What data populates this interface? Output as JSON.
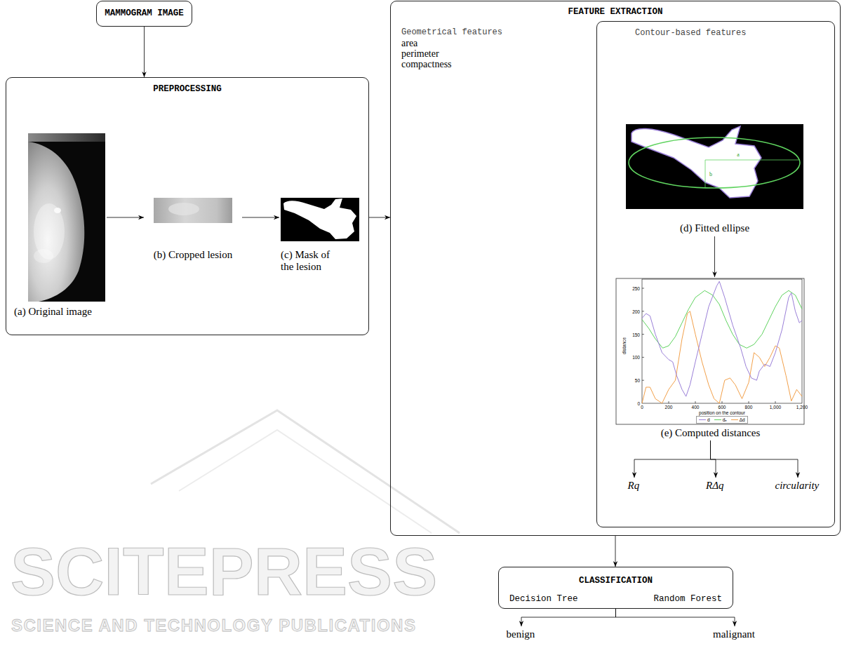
{
  "diagram": {
    "nodes": [
      {
        "text": [
          "MAMMOGRAM IMAGE"
        ]
      },
      {
        "text": [
          "PREPROCESSING"
        ]
      },
      {
        "text": [
          "(a) Original image"
        ],
        "in": 1
      },
      {
        "text": [
          "(b) Cropped lesion"
        ],
        "in": 1
      },
      {
        "text": [
          "(c) Mask of the lesion"
        ],
        "in": 1
      },
      {
        "text": [
          "FEATURE EXTRACTION",
          "Geometrical features",
          "area perimeter compactness"
        ]
      },
      {
        "text": [
          "Contour-based features"
        ],
        "in": 5
      },
      {
        "text": [
          "(d) Fitted ellipse"
        ],
        "in": 6
      },
      {
        "text": [
          "(e) Computed distances"
        ],
        "in": 6
      },
      {
        "text": [
          "Rq"
        ],
        "in": 6
      },
      {
        "text": [
          "RΔq"
        ],
        "in": 6
      },
      {
        "text": [
          "circularity"
        ],
        "in": 6
      },
      {
        "text": [
          "CLASSIFICATION",
          "Decision Tree",
          "Random Forest"
        ]
      },
      {
        "text": [
          "benign"
        ]
      },
      {
        "text": [
          "malignant"
        ]
      }
    ],
    "edges": [
      {
        "from": 0,
        "to": 1,
        "arrow": "to"
      },
      {
        "from": 2,
        "to": 3,
        "arrow": "to"
      },
      {
        "from": 3,
        "to": 4,
        "arrow": "to"
      },
      {
        "from": 1,
        "to": 5,
        "arrow": "to"
      },
      {
        "from": 7,
        "to": 8,
        "arrow": "to"
      },
      {
        "from": 8,
        "to": 9,
        "arrow": "to"
      },
      {
        "from": 8,
        "to": 10,
        "arrow": "to"
      },
      {
        "from": 8,
        "to": 11,
        "arrow": "to"
      },
      {
        "from": 5,
        "to": 12,
        "arrow": "to"
      },
      {
        "from": 12,
        "to": 13,
        "arrow": "to"
      },
      {
        "from": 12,
        "to": 14,
        "arrow": "to"
      }
    ],
    "labels": [
      "0",
      "50",
      "100",
      "150",
      "200",
      "250",
      "0",
      "200",
      "400",
      "600",
      "800",
      "1,000",
      "1,200",
      "distance",
      "position on the contour",
      "a",
      "b",
      "SCITEPRESS",
      "SCIENCE AND TECHNOLOGY PUBLICATIONS"
    ],
    "legend": [
      {
        "text": "d"
      },
      {
        "text": "dₑ"
      },
      {
        "text": "Δd"
      }
    ]
  }
}
